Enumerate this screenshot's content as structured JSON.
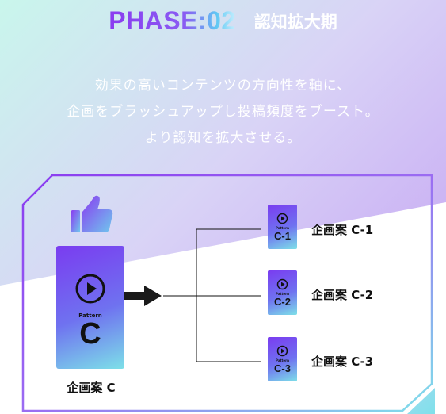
{
  "header": {
    "phase_title": "PHASE:02",
    "phase_subtitle": "認知拡大期"
  },
  "description": {
    "line1": "効果の高いコンテンツの方向性を軸に、",
    "line2": "企画をブラッシュアップし投稿頻度をブースト。",
    "line3": "より認知を拡大させる。"
  },
  "main_plan": {
    "pattern_text": "Pattern",
    "letter": "C",
    "label": "企画案 C"
  },
  "sub_plans": [
    {
      "pattern_text": "Pattern",
      "letter": "C-1",
      "label": "企画案 C-1"
    },
    {
      "pattern_text": "Pattern",
      "letter": "C-2",
      "label": "企画案 C-2"
    },
    {
      "pattern_text": "Pattern",
      "letter": "C-3",
      "label": "企画案 C-3"
    }
  ],
  "colors": {
    "gradient_purple": "#7a3cf0",
    "gradient_cyan": "#7de0e8",
    "frame_purple": "#8a3cf0"
  },
  "icons": [
    "thumbs-up-icon",
    "play-icon",
    "right-arrow-icon"
  ]
}
